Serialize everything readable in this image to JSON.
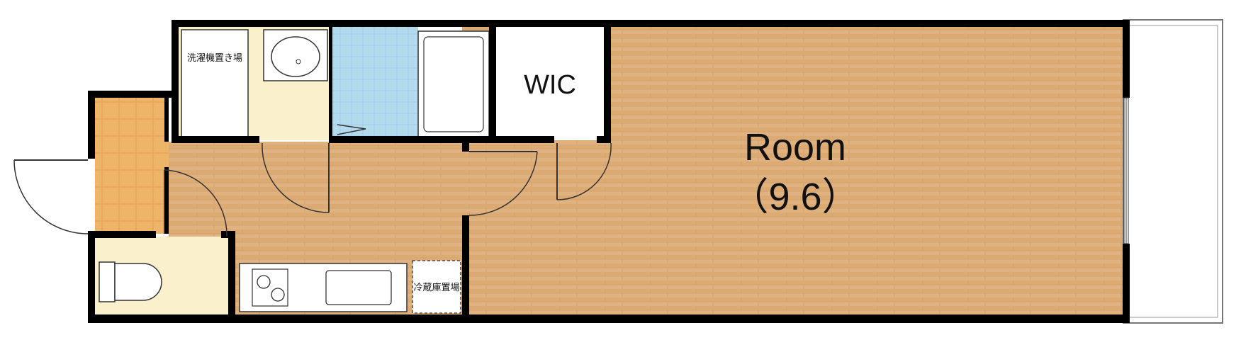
{
  "rooms": {
    "washer_label": "洗濯機置き場",
    "wic_label": "WIC",
    "room_label": "Room",
    "room_size": "（9.6）",
    "fridge_label": "冷蔵庫置場"
  },
  "colors": {
    "wall": "#000000",
    "wood_floor": "#e0b27f",
    "wood_room": "#deb07c",
    "genkan_tile": "#e8a85c",
    "bath_tile": "#aed6ec",
    "cream_floor": "#faf1cc",
    "white_fixture": "#ffffff"
  }
}
